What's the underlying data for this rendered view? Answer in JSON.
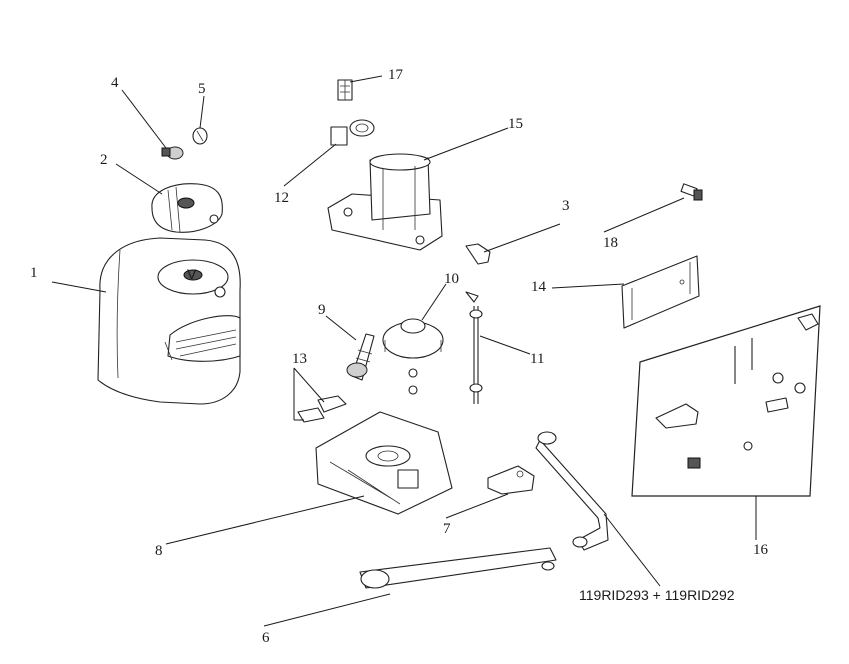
{
  "labels": {
    "p1": "1",
    "p2": "2",
    "p3": "3",
    "p4": "4",
    "p5": "5",
    "p6": "6",
    "p7": "7",
    "p8": "8",
    "p9": "9",
    "p10": "10",
    "p11": "11",
    "p12": "12",
    "p13": "13",
    "p14": "14",
    "p15": "15",
    "p16": "16",
    "p17": "17",
    "p18": "18",
    "arm_codes": "119RID293 + 119RID292"
  },
  "cover_logo": "V"
}
